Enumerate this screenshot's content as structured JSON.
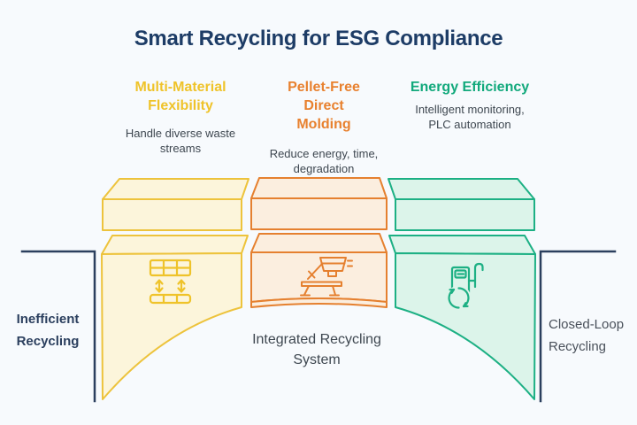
{
  "title": "Smart Recycling for ESG Compliance",
  "columns": [
    {
      "heading": "Multi-Material\nFlexibility",
      "description": "Handle diverse waste\nstreams",
      "icon": "material-stack-icon"
    },
    {
      "heading": "Pellet-Free\nDirect\nMolding",
      "description": "Reduce energy, time,\ndegradation",
      "icon": "molding-machine-icon"
    },
    {
      "heading": "Energy Efficiency",
      "description": "Intelligent monitoring,\nPLC automation",
      "icon": "energy-pump-icon"
    }
  ],
  "arch": {
    "left_label": "Inefficient\nRecycling",
    "center_label": "Integrated Recycling\nSystem",
    "right_label": "Closed-Loop\nRecycling"
  },
  "colors": {
    "bg": "#F7FAFD",
    "title": "#1D3C66",
    "bracket": "#2B3F5E",
    "text": "#3E4750",
    "right_label": "#49505A",
    "yellow_stroke": "#EDC33C",
    "yellow_fill": "#FCF5DB",
    "yellow_head": "#EFC32A",
    "orange_stroke": "#E5802F",
    "orange_fill": "#FBEEDF",
    "orange_head": "#E8812F",
    "green_stroke": "#1DB084",
    "green_fill": "#DCF4EA",
    "green_head": "#12A97C"
  }
}
